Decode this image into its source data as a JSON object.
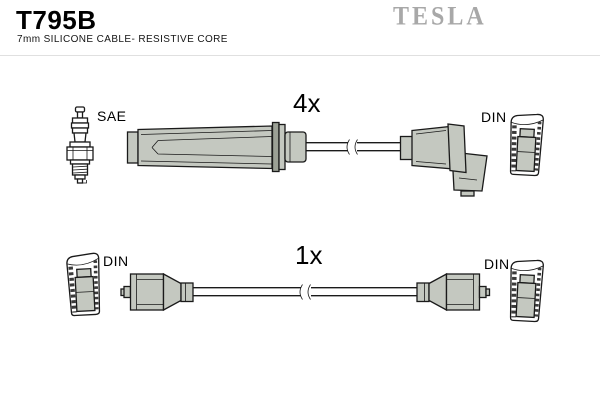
{
  "header": {
    "part_number": "T795B",
    "subtitle": "7mm SILICONE CABLE- RESISTIVE CORE",
    "brand": "TESLA"
  },
  "colors": {
    "boot_fill": "#c4c8c0",
    "outline": "#1a1a1a",
    "brand_gray": "#a8a8a8",
    "divider": "#e0e0e0",
    "dark_ring": "#9ba095"
  },
  "cables": [
    {
      "quantity_label": "4x",
      "left_connector_label": "SAE",
      "right_connector_label": "DIN"
    },
    {
      "quantity_label": "1x",
      "left_connector_label": "DIN",
      "right_connector_label": "DIN"
    }
  ],
  "icons": {
    "left_of_top_cable": "spark-plug-icon",
    "terminal_reference": "din-connector-icon"
  }
}
